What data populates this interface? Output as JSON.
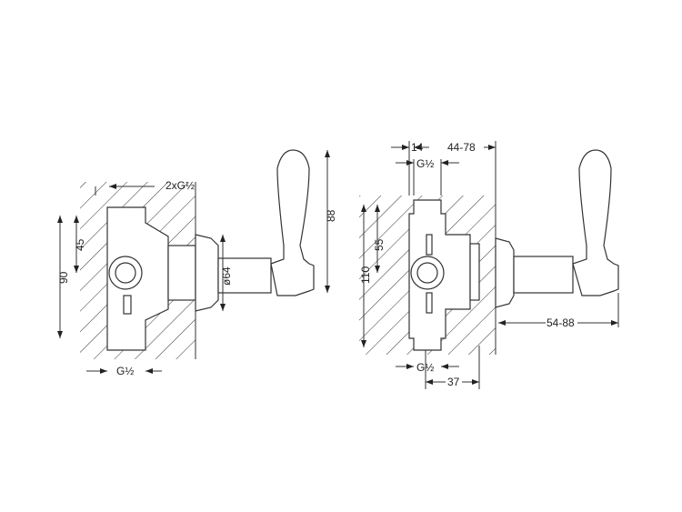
{
  "left_view": {
    "dims": {
      "outlets": "2xG½",
      "height_45": "45",
      "height_90": "90",
      "flange_diameter": "ø64",
      "handle_height": "88",
      "inlet": "G½"
    }
  },
  "right_view": {
    "dims": {
      "offset_14": "14",
      "depth_range": "44-78",
      "top_thread": "G½",
      "height_55": "55",
      "height_110": "110",
      "projection_range": "54-88",
      "bottom_thread": "G½",
      "depth_37": "37"
    }
  }
}
